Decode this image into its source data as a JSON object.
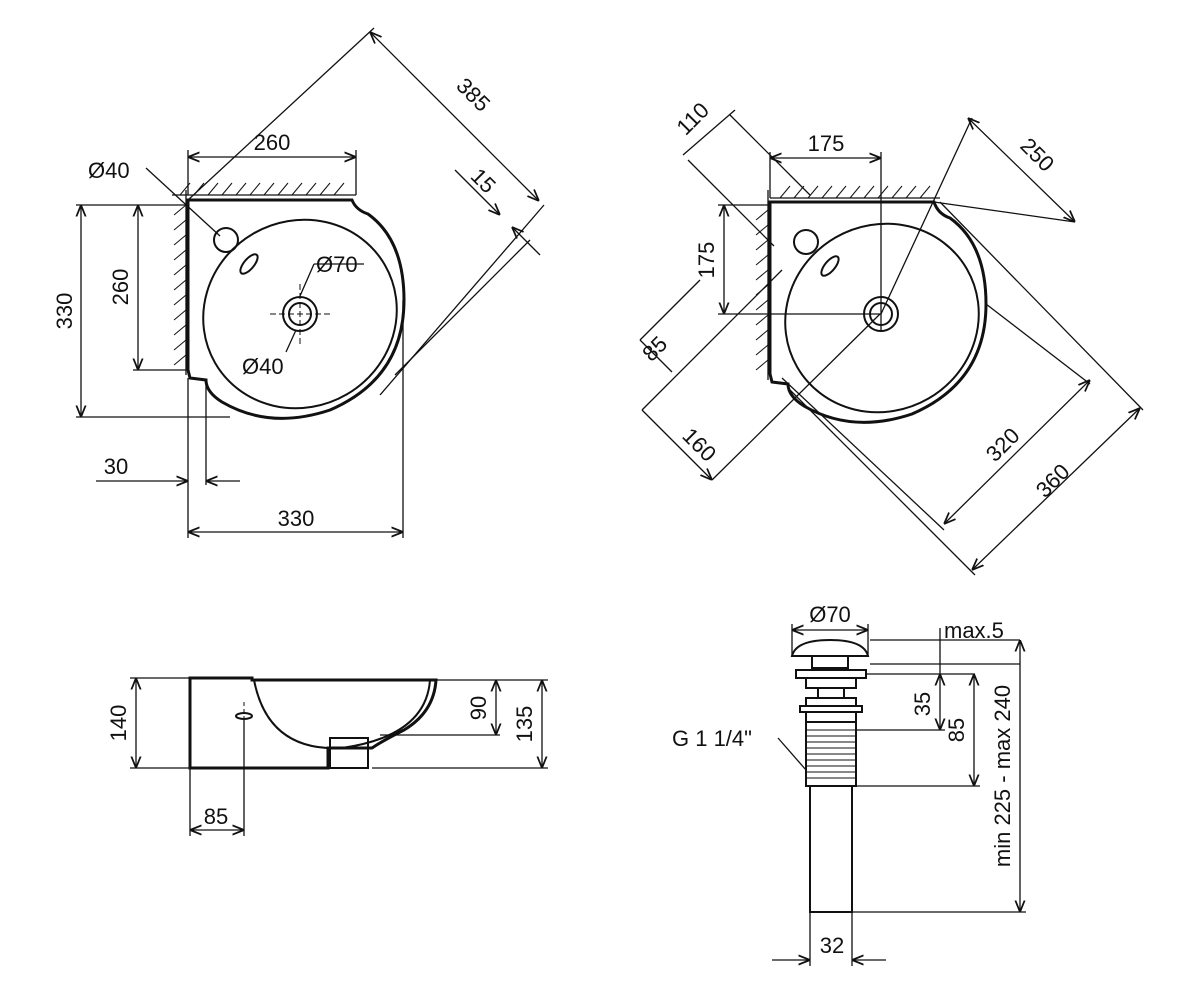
{
  "views": {
    "top": {
      "d_tap": "Ø40",
      "d_drain": "Ø70",
      "d_overflow": "Ø40",
      "w_inner": "260",
      "h_total": "330",
      "h_inner": "260",
      "w_total": "330",
      "offset": "30",
      "diag": "385",
      "wall": "15"
    },
    "right": {
      "a": "110",
      "b": "175",
      "c": "250",
      "d": "175",
      "e": "85",
      "f": "160",
      "g": "320",
      "h": "360"
    },
    "side": {
      "h_total": "140",
      "depth": "90",
      "h_bowl": "135",
      "offset": "85"
    },
    "drain": {
      "d_cap": "Ø70",
      "max_gap": "max.5",
      "h_flange": "35",
      "h_body": "85",
      "h_total": "min 225 - max 240",
      "thread": "G 1 1/4\"",
      "d_pipe": "32"
    }
  }
}
